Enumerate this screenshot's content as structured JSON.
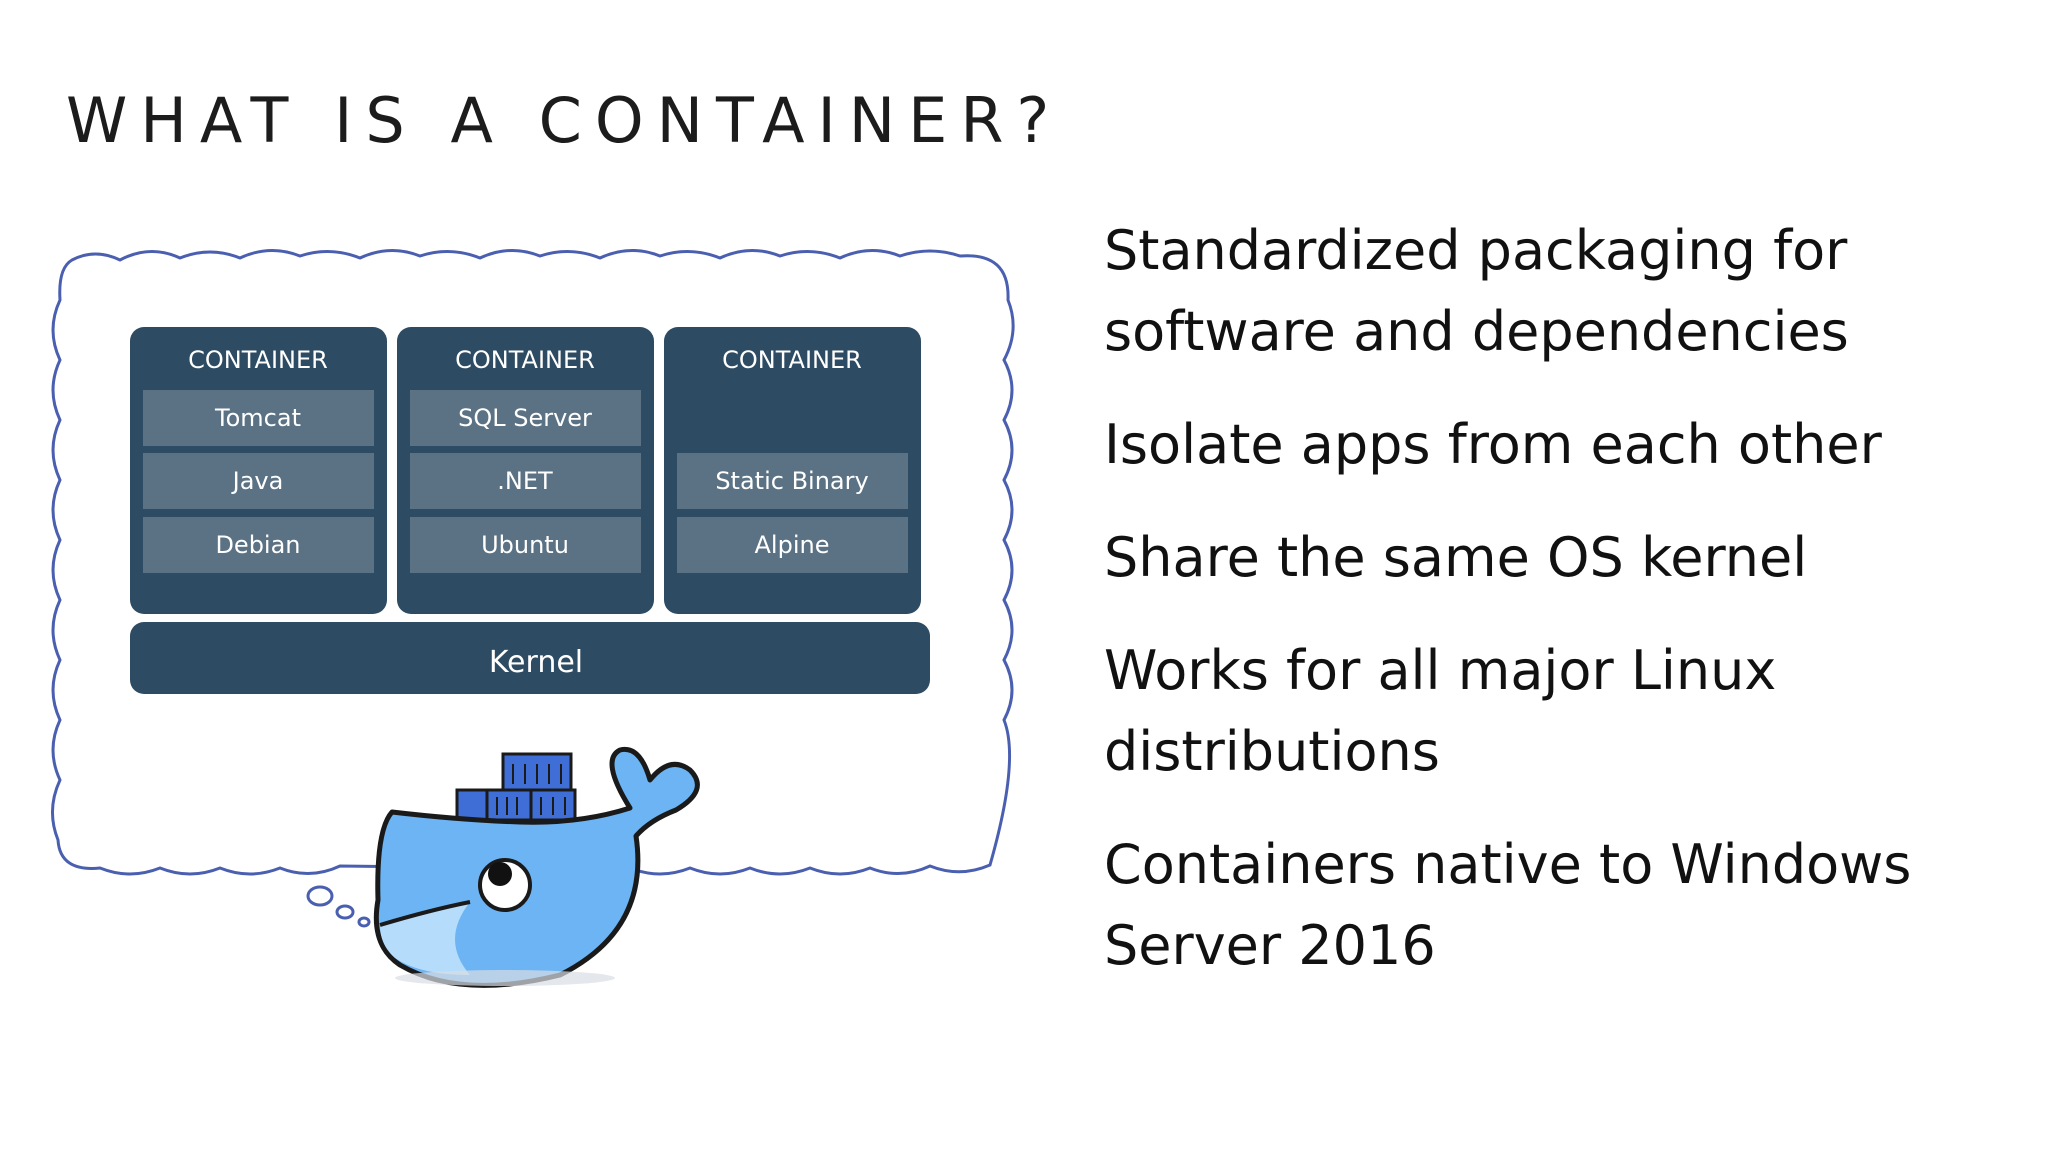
{
  "title": "WHAT IS A CONTAINER?",
  "diagram": {
    "containers": [
      {
        "header": "CONTAINER",
        "layers": [
          "Tomcat",
          "Java",
          "Debian"
        ]
      },
      {
        "header": "CONTAINER",
        "layers": [
          "SQL Server",
          ".NET",
          "Ubuntu"
        ]
      },
      {
        "header": "CONTAINER",
        "layers": [
          "",
          "Static Binary",
          "Alpine"
        ]
      }
    ],
    "kernel": "Kernel"
  },
  "bullets": [
    "Standardized packaging for software and dependencies",
    "Isolate apps from each other",
    "Share the same OS kernel",
    "Works for all major Linux distributions",
    "Containers native to Windows Server 2016"
  ],
  "colors": {
    "container_bg": "#2d4b62",
    "layer_bg": "#5b7284",
    "cloud_stroke": "#4a5fb0",
    "whale_body": "#6cb4f3",
    "whale_belly": "#b6dcfb",
    "crate": "#3f6fd6"
  },
  "icons": [
    "thought-cloud-icon",
    "docker-whale-icon"
  ]
}
